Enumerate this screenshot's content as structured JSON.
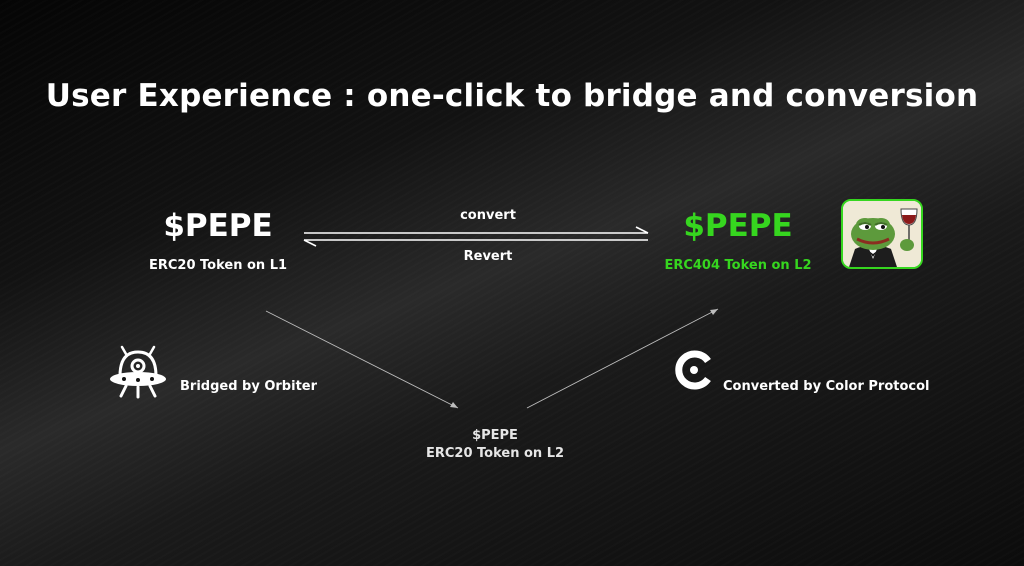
{
  "title": "User Experience : one-click to bridge and conversion",
  "l1_token": {
    "name": "$PEPE",
    "subtitle": "ERC20 Token on L1"
  },
  "l2_token": {
    "name": "$PEPE",
    "subtitle": "ERC404 Token on L2",
    "color": "#36d61f"
  },
  "arrows": {
    "convert_label": "convert",
    "revert_label": "Revert"
  },
  "intermediate_token": {
    "name": "$PEPE",
    "subtitle": "ERC20 Token on L2"
  },
  "bridge": {
    "label": "Bridged by Orbiter",
    "icon": "ufo-alien-icon"
  },
  "converter": {
    "label": "Converted by Color Protocol",
    "icon": "color-protocol-logo-icon"
  },
  "avatar": {
    "icon": "pepe-frog-avatar-icon"
  }
}
